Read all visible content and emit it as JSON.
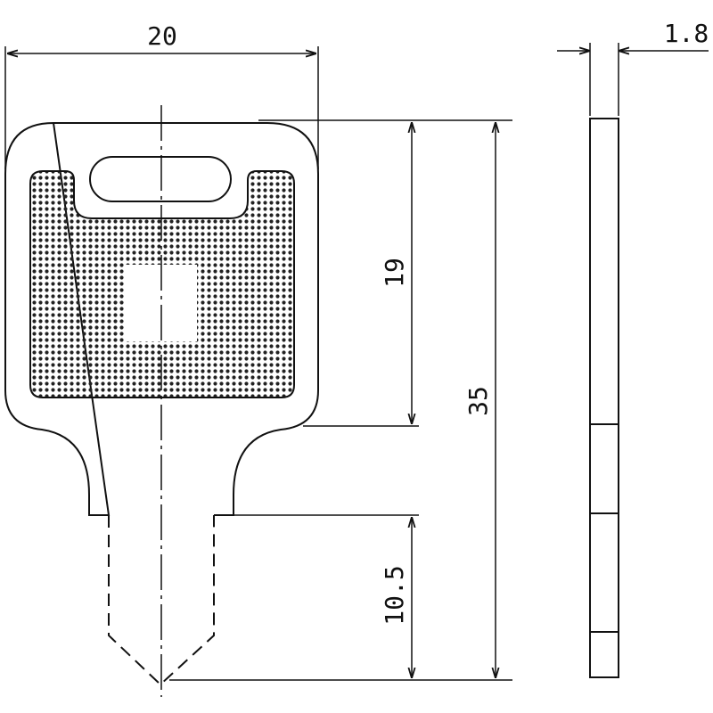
{
  "diagram": {
    "dimensions": {
      "width": "20",
      "thickness": "1.8",
      "head_height": "19",
      "total_length": "35",
      "blade_length": "10.5"
    }
  }
}
